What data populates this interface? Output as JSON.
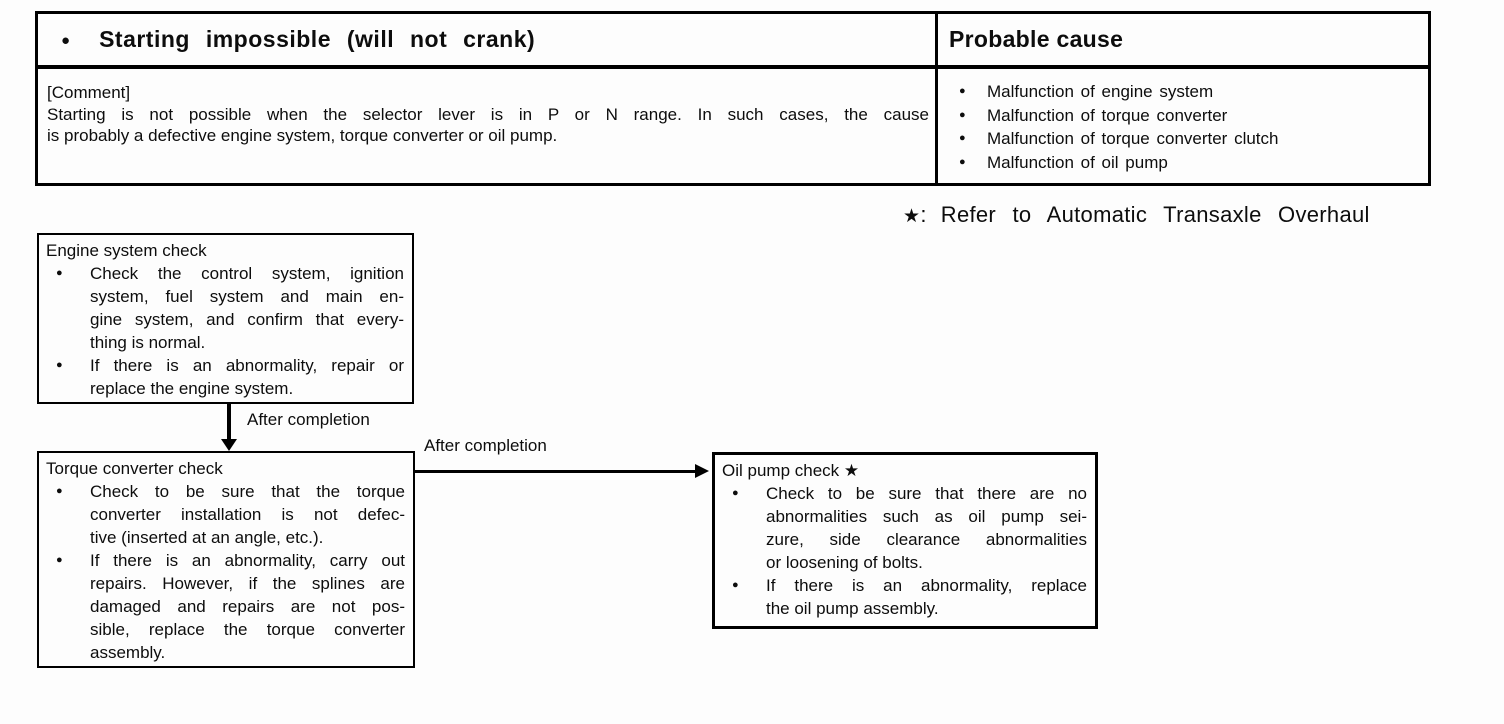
{
  "colors": {
    "ink": "#0d0d0d",
    "paper": "#fdfdfd"
  },
  "glyphs": {
    "bullet": "●",
    "star": "★"
  },
  "table": {
    "symptom": {
      "bullet": "●",
      "title": "Starting impossible (will not crank)"
    },
    "probable_cause_header": "Probable cause",
    "comment": {
      "label": "[Comment]",
      "lines": [
        "Starting is not possible when the selector lever is in P or N range. In such cases, the cause",
        "is probably a defective engine system, torque converter or oil pump."
      ]
    },
    "probable_causes": [
      "Malfunction of engine system",
      "Malfunction of torque converter",
      "Malfunction of torque converter clutch",
      "Malfunction of oil pump"
    ]
  },
  "note": {
    "star": "★",
    "separator": ":",
    "text": "Refer to Automatic Transaxle Overhaul"
  },
  "flowchart": {
    "arrow_labels": {
      "vertical": "After completion",
      "horizontal": "After completion"
    },
    "boxes": [
      {
        "id": "engine-system-check",
        "title": "Engine system check",
        "items": [
          {
            "lines": [
              "Check the control system, ignition",
              "system, fuel system and main en-",
              "gine system, and confirm that every-",
              "thing is normal."
            ]
          },
          {
            "lines": [
              "If there is an abnormality, repair or",
              "replace the engine system."
            ]
          }
        ]
      },
      {
        "id": "torque-converter-check",
        "title": "Torque converter check",
        "items": [
          {
            "lines": [
              "Check to be sure that the torque",
              "converter installation is not defec-",
              "tive (inserted at an angle, etc.)."
            ]
          },
          {
            "lines": [
              "If there is an abnormality, carry out",
              "repairs. However, if the splines are",
              "damaged and repairs are not pos-",
              "sible, replace the torque converter",
              "assembly."
            ]
          }
        ]
      },
      {
        "id": "oil-pump-check",
        "title": "Oil pump check ★",
        "items": [
          {
            "lines": [
              "Check to be sure that there are no",
              "abnormalities such as oil pump sei-",
              "zure, side clearance abnormalities",
              "or loosening of bolts."
            ]
          },
          {
            "lines": [
              "If there is an abnormality, replace",
              "the oil pump assembly."
            ]
          }
        ]
      }
    ]
  }
}
